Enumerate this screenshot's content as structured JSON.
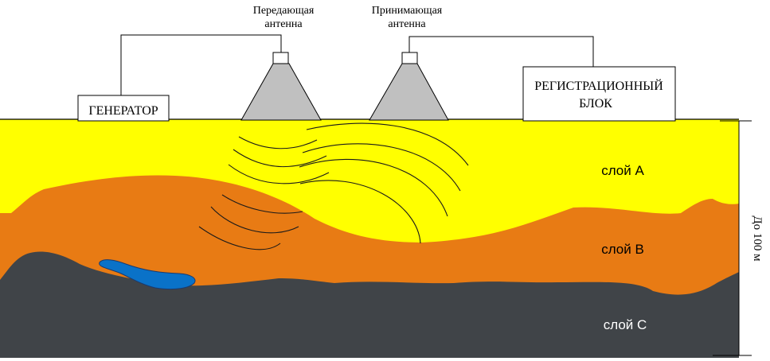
{
  "labels": {
    "transmit_antenna_line1": "Передающая",
    "transmit_antenna_line2": "антенна",
    "receive_antenna_line1": "Принимающая",
    "receive_antenna_line2": "антенна",
    "generator": "ГЕНЕРАТОР",
    "recorder_line1": "РЕГИСТРАЦИОННЫЙ",
    "recorder_line2": "БЛОК",
    "layer_a": "слой А",
    "layer_b": "слой В",
    "layer_c": "слой С",
    "depth": "До 100 м"
  },
  "colors": {
    "layer_a": "#ffff00",
    "layer_b": "#e87b14",
    "layer_c": "#404448",
    "lens": "#0a72c8",
    "antenna": "#c0c0c0",
    "layer_c_text": "#ffffff"
  }
}
